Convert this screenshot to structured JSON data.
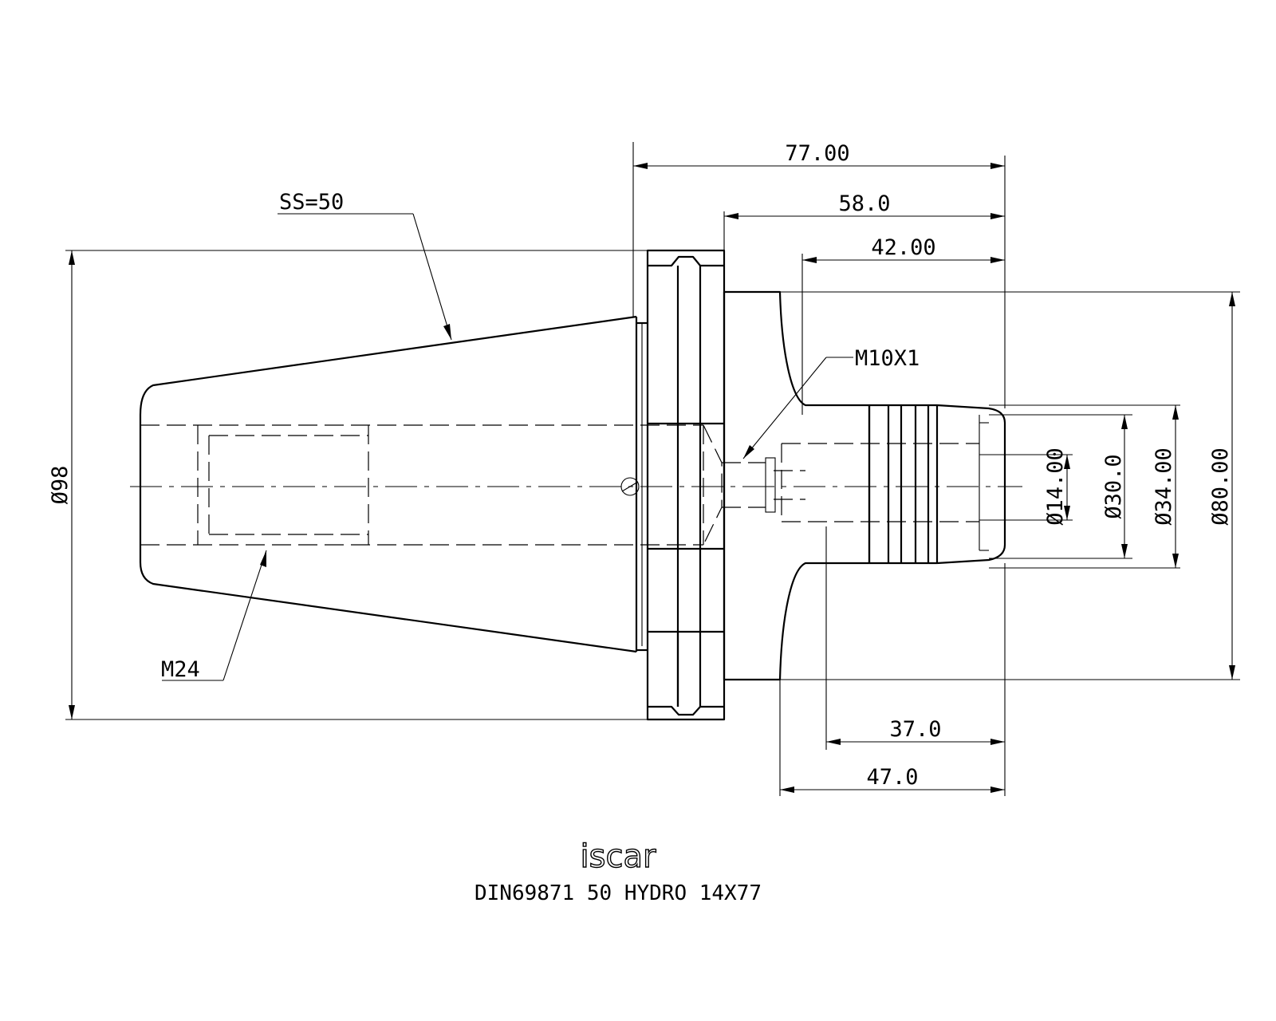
{
  "drawing": {
    "part_designation": "DIN69871 50 HYDRO 14X77",
    "logo": "iscar",
    "dimensions": {
      "overall_length": "77.00",
      "flange_to_end": "58.0",
      "body_to_end": "42.00",
      "shank_section": "37.0",
      "lower_length": "47.0",
      "flange_diameter": "Ø98",
      "bore_diameter": "Ø14.00",
      "diameter_30": "Ø30.0",
      "diameter_34": "Ø34.00",
      "body_diameter": "Ø80.00"
    },
    "callouts": {
      "taper": "SS=50",
      "retention_thread": "M24",
      "adjust_screw_thread": "M10X1"
    }
  }
}
